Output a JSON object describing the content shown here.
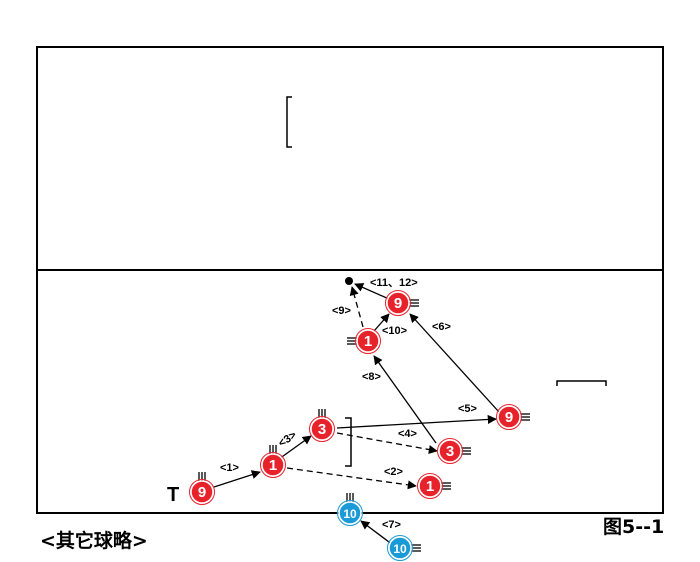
{
  "players": [
    {
      "id": "p9_start",
      "label": "9",
      "team": "red"
    },
    {
      "id": "p1_a",
      "label": "1",
      "team": "red"
    },
    {
      "id": "p3_a",
      "label": "3",
      "team": "red"
    },
    {
      "id": "p1_b",
      "label": "1",
      "team": "red"
    },
    {
      "id": "p3_b",
      "label": "3",
      "team": "red"
    },
    {
      "id": "p9_right",
      "label": "9",
      "team": "red"
    },
    {
      "id": "p1_mid",
      "label": "1",
      "team": "red"
    },
    {
      "id": "p9_top",
      "label": "9",
      "team": "red"
    },
    {
      "id": "p10_a",
      "label": "10",
      "team": "blue"
    },
    {
      "id": "p10_b",
      "label": "10",
      "team": "blue"
    }
  ],
  "steps": [
    {
      "id": "s1",
      "label": "<1>"
    },
    {
      "id": "s2",
      "label": "<2>"
    },
    {
      "id": "s3",
      "label": "<3>"
    },
    {
      "id": "s4",
      "label": "<4>"
    },
    {
      "id": "s5",
      "label": "<5>"
    },
    {
      "id": "s6",
      "label": "<6>"
    },
    {
      "id": "s7",
      "label": "<7>"
    },
    {
      "id": "s8",
      "label": "<8>"
    },
    {
      "id": "s9",
      "label": "<9>"
    },
    {
      "id": "s10",
      "label": "<10>"
    },
    {
      "id": "s11",
      "label": "<11、12>"
    }
  ],
  "server_marker": "T",
  "caption_left": "<其它球略>",
  "caption_right": "图5--1",
  "colors": {
    "red": "#e8222b",
    "blue": "#1a9ad6",
    "line": "#000000"
  }
}
